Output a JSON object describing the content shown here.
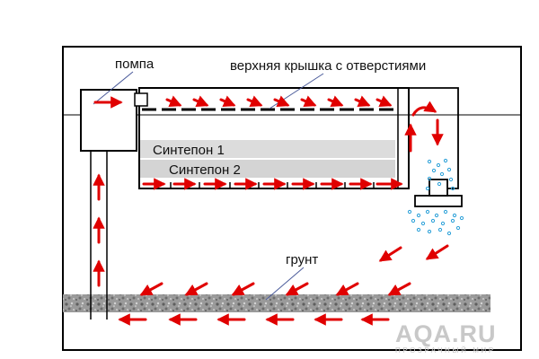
{
  "labels": {
    "pump": "помпа",
    "top_cover": "верхняя крышка с отверстиями",
    "sintepon_1": "Синтепон 1",
    "sintepon_2": "Синтепон 2",
    "gravel": "грунт"
  },
  "watermark": {
    "brand": "AQA.RU",
    "tagline": "ПРОЗРАЧНЫЙ МИР"
  },
  "colors": {
    "arrow": "#e00000",
    "outline": "#000000",
    "bubble": "#2aa0d8",
    "sintepon": "#d9d9d9",
    "gravel": "#8e8e8e",
    "watermark": "#c8c8c8"
  }
}
